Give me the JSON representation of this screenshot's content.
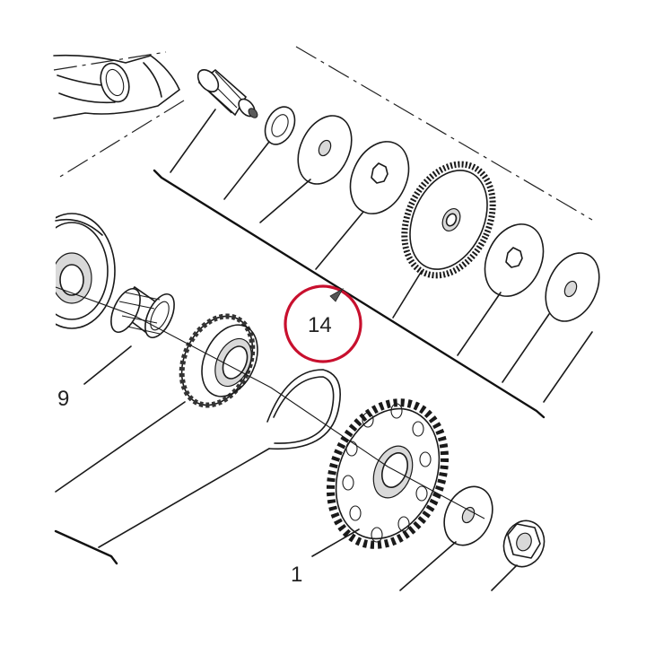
{
  "diagram": {
    "callouts": [
      {
        "id": "callout-9",
        "label": "9"
      },
      {
        "id": "callout-14",
        "label": "14"
      },
      {
        "id": "callout-1",
        "label": "1"
      }
    ],
    "highlight_color": "#c8102e",
    "line_color": "#1a1a1a"
  }
}
